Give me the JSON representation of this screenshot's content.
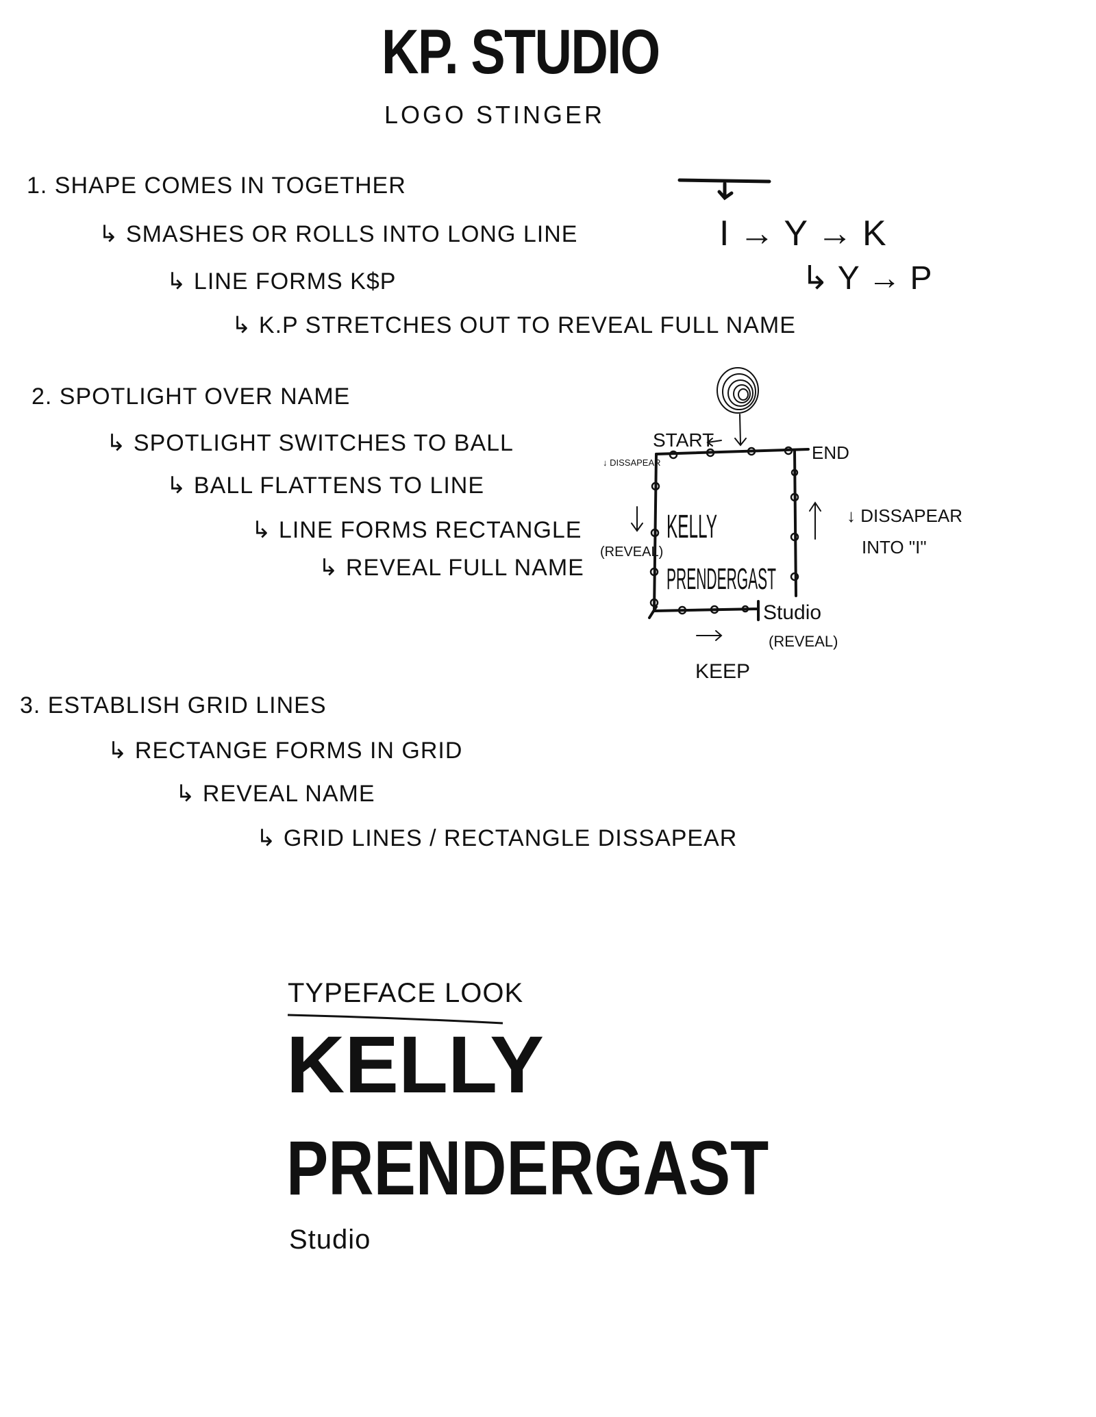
{
  "header": {
    "title": "KP. STUDIO",
    "subtitle": "LOGO STINGER"
  },
  "sections": [
    {
      "heading": "1. SHAPE COMES IN TOGETHER",
      "steps": [
        "↳ SMASHES OR ROLLS INTO LONG LINE",
        "↳ LINE FORMS K$P",
        "↳ K.P STRETCHES OUT TO REVEAL FULL NAME"
      ]
    },
    {
      "heading": "2. SPOTLIGHT OVER NAME",
      "steps": [
        "↳ SPOTLIGHT SWITCHES TO BALL",
        "↳ BALL FLATTENS TO LINE",
        "↳ LINE FORMS RECTANGLE",
        "↳ REVEAL FULL NAME"
      ]
    },
    {
      "heading": "3. ESTABLISH GRID LINES",
      "steps": [
        "↳ RECTANGE FORMS IN GRID",
        "↳ REVEAL NAME",
        "↳ GRID LINES / RECTANGLE DISSAPEAR"
      ]
    }
  ],
  "letter_sketch": {
    "row1": "I → Y → K",
    "row2": "↳ Y → P"
  },
  "diagram": {
    "start": "START",
    "end": "END",
    "dissapear_left": "↓ DISSAPEAR",
    "reveal_left": "(REVEAL)",
    "name1": "KELLY",
    "name2": "PRENDERGAST",
    "studio": "Studio",
    "reveal_bottom": "(REVEAL)",
    "keep": "KEEP",
    "dissapear_right": "↓ DISSAPEAR",
    "into_i": "INTO \"I\""
  },
  "typeface": {
    "label": "TYPEFACE LOOK",
    "name1": "KELLY",
    "name2": "PRENDERGAST",
    "studio": "Studio"
  }
}
